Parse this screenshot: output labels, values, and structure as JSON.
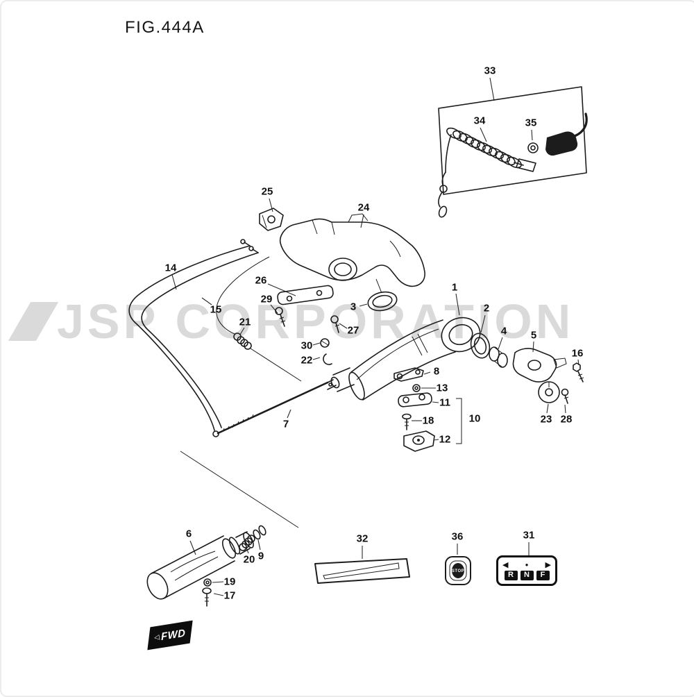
{
  "figure": {
    "title": "FIG.444A"
  },
  "watermark": {
    "text": "JSP CORPORATION"
  },
  "parts": {
    "1": "1",
    "2": "2",
    "3": "3",
    "4": "4",
    "5": "5",
    "6": "6",
    "7": "7",
    "8": "8",
    "9": "9",
    "10": "10",
    "11": "11",
    "12": "12",
    "13": "13",
    "14": "14",
    "15": "15",
    "16": "16",
    "17": "17",
    "18": "18",
    "19": "19",
    "20": "20",
    "21": "21",
    "22": "22",
    "23": "23",
    "24": "24",
    "25": "25",
    "26": "26",
    "27": "27",
    "28": "28",
    "29": "29",
    "30": "30",
    "31": "31",
    "32": "32",
    "33": "33",
    "34": "34",
    "35": "35",
    "36": "36"
  },
  "labels": {
    "stop": "STOP",
    "fwd": "FWD",
    "fwd_arrow": "◁"
  },
  "gear_plate": {
    "left_arrow": "◀",
    "dot": "●",
    "right_arrow": "▶",
    "letters": [
      "R",
      "N",
      "F"
    ]
  }
}
